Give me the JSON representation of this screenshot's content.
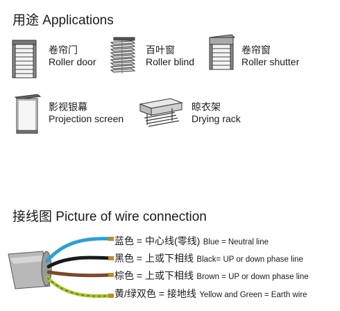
{
  "applications": {
    "heading": "用途 Applications",
    "items": [
      {
        "cn": "卷帘门",
        "en": "Roller door"
      },
      {
        "cn": "百叶窗",
        "en": "Roller blind"
      },
      {
        "cn": "卷帘窗",
        "en": "Roller shutter"
      },
      {
        "cn": "影视银幕",
        "en": "Projection screen"
      },
      {
        "cn": "晾衣架",
        "en": "Drying rack"
      }
    ]
  },
  "wires": {
    "heading": "接线图 Picture of wire connection",
    "rows": [
      {
        "cn": "蓝色 = 中心线(零线)",
        "en": "Blue = Neutral line",
        "color": "#2a9fd8"
      },
      {
        "cn": "黑色 = 上或下相线",
        "en": "Black= UP or down phase line",
        "color": "#1a1a1a"
      },
      {
        "cn": "棕色 = 上或下相线",
        "en": "Brown = UP or down phase line",
        "color": "#7a4a2a"
      },
      {
        "cn": "黄/绿双色 = 接地线",
        "en": "Yellow and Green = Earth wire",
        "color": "#b8c020"
      }
    ]
  }
}
